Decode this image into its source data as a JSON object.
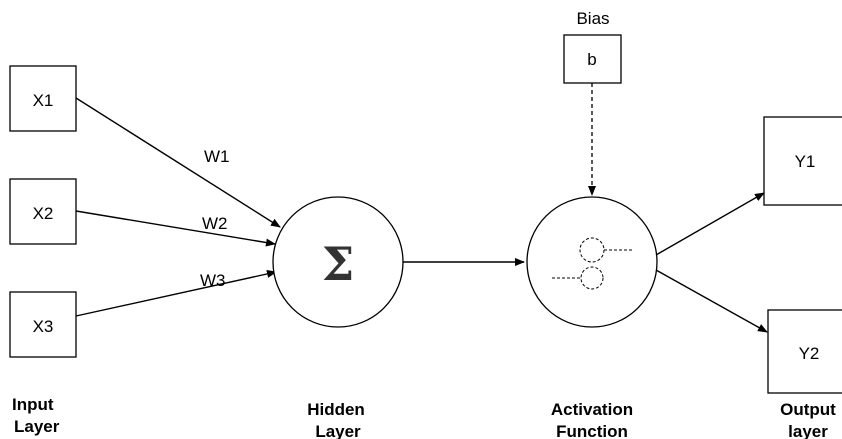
{
  "inputs": [
    "X1",
    "X2",
    "X3"
  ],
  "weights": [
    "W1",
    "W2",
    "W3"
  ],
  "bias": {
    "title": "Bias",
    "symbol": "b"
  },
  "hidden": {
    "symbol": "Σ"
  },
  "outputs": [
    "Y1",
    "Y2"
  ],
  "captions": {
    "input": [
      "Input",
      "Layer"
    ],
    "hidden": [
      "Hidden",
      "Layer"
    ],
    "activation": [
      "Activation",
      "Function"
    ],
    "output": [
      "Output",
      "layer"
    ]
  }
}
